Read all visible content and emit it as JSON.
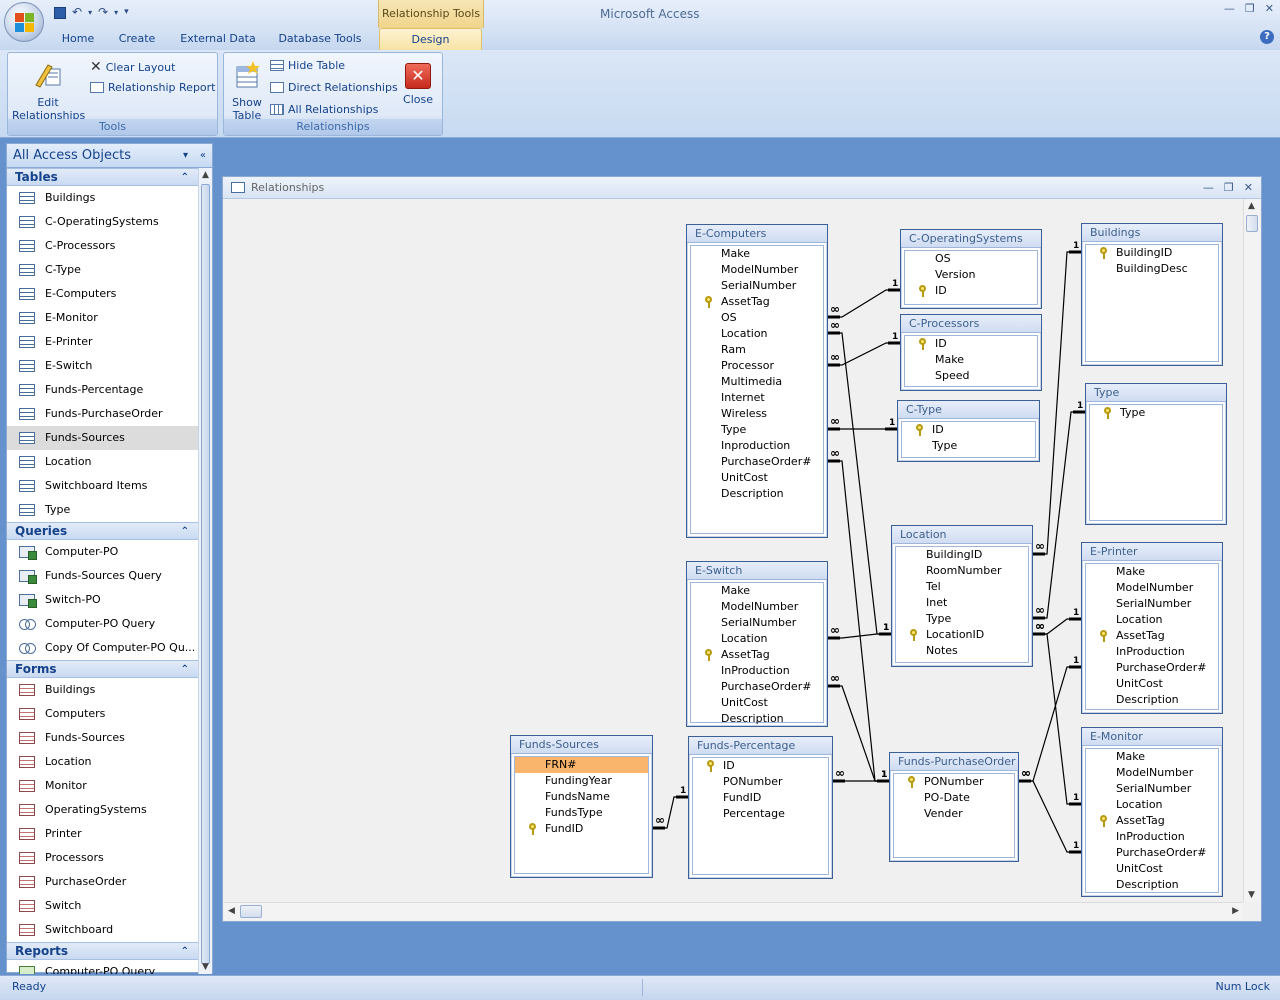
{
  "app": {
    "title": "Microsoft Access",
    "context_tab": "Relationship Tools"
  },
  "tabs": [
    "Home",
    "Create",
    "External Data",
    "Database Tools",
    "Design"
  ],
  "ribbon": {
    "tools": {
      "label": "Tools",
      "edit_relationships_1": "Edit",
      "edit_relationships_2": "Relationships",
      "clear_layout": "Clear Layout",
      "relationship_report": "Relationship Report"
    },
    "relationships": {
      "label": "Relationships",
      "show_table_1": "Show",
      "show_table_2": "Table",
      "hide_table": "Hide Table",
      "direct_relationships": "Direct Relationships",
      "all_relationships": "All Relationships",
      "close": "Close"
    }
  },
  "nav": {
    "header": "All Access Objects",
    "sections": {
      "tables": {
        "label": "Tables",
        "items": [
          "Buildings",
          "C-OperatingSystems",
          "C-Processors",
          "C-Type",
          "E-Computers",
          "E-Monitor",
          "E-Printer",
          "E-Switch",
          "Funds-Percentage",
          "Funds-PurchaseOrder",
          "Funds-Sources",
          "Location",
          "Switchboard Items",
          "Type"
        ]
      },
      "queries": {
        "label": "Queries",
        "items": [
          "Computer-PO",
          "Funds-Sources Query",
          "Switch-PO",
          "Computer-PO Query",
          "Copy Of Computer-PO Qu..."
        ]
      },
      "forms": {
        "label": "Forms",
        "items": [
          "Buildings",
          "Computers",
          "Funds-Sources",
          "Location",
          "Monitor",
          "OperatingSystems",
          "Printer",
          "Processors",
          "PurchaseOrder",
          "Switch",
          "Switchboard"
        ]
      },
      "reports": {
        "label": "Reports",
        "items": [
          "Computer-PO Query"
        ]
      }
    }
  },
  "relwin": {
    "title": "Relationships"
  },
  "tables": {
    "ecomp": {
      "name": "E-Computers",
      "fields": [
        "Make",
        "ModelNumber",
        "SerialNumber",
        "AssetTag",
        "OS",
        "Location",
        "Ram",
        "Processor",
        "Multimedia",
        "Internet",
        "Wireless",
        "Type",
        "Inproduction",
        "PurchaseOrder#",
        "UnitCost",
        "Description"
      ],
      "key": 3
    },
    "cos": {
      "name": "C-OperatingSystems",
      "fields": [
        "OS",
        "Version",
        "ID"
      ],
      "key": 2
    },
    "cproc": {
      "name": "C-Processors",
      "fields": [
        "ID",
        "Make",
        "Speed"
      ],
      "key": 0
    },
    "ctype": {
      "name": "C-Type",
      "fields": [
        "ID",
        "Type"
      ],
      "key": 0
    },
    "bld": {
      "name": "Buildings",
      "fields": [
        "BuildingID",
        "BuildingDesc"
      ],
      "key": 0
    },
    "type": {
      "name": "Type",
      "fields": [
        "Type"
      ],
      "key": 0
    },
    "loc": {
      "name": "Location",
      "fields": [
        "BuildingID",
        "RoomNumber",
        "Tel",
        "Inet",
        "Type",
        "LocationID",
        "Notes"
      ],
      "key": 5
    },
    "esw": {
      "name": "E-Switch",
      "fields": [
        "Make",
        "ModelNumber",
        "SerialNumber",
        "Location",
        "AssetTag",
        "InProduction",
        "PurchaseOrder#",
        "UnitCost",
        "Description"
      ],
      "key": 4
    },
    "epr": {
      "name": "E-Printer",
      "fields": [
        "Make",
        "ModelNumber",
        "SerialNumber",
        "Location",
        "AssetTag",
        "InProduction",
        "PurchaseOrder#",
        "UnitCost",
        "Description"
      ],
      "key": 4
    },
    "fsrc": {
      "name": "Funds-Sources",
      "fields": [
        "FRN#",
        "FundingYear",
        "FundsName",
        "FundsType",
        "FundID"
      ],
      "key": 4
    },
    "fpct": {
      "name": "Funds-Percentage",
      "fields": [
        "ID",
        "PONumber",
        "FundID",
        "Percentage"
      ],
      "key": 0
    },
    "fpo": {
      "name": "Funds-PurchaseOrder",
      "fields": [
        "PONumber",
        "PO-Date",
        "Vender"
      ],
      "key": 0
    },
    "emon": {
      "name": "E-Monitor",
      "fields": [
        "Make",
        "ModelNumber",
        "SerialNumber",
        "Location",
        "AssetTag",
        "InProduction",
        "PurchaseOrder#",
        "UnitCost",
        "Description"
      ],
      "key": 4
    }
  },
  "symbols": {
    "one": "1",
    "many": "∞"
  },
  "status": {
    "left": "Ready",
    "right": "Num Lock"
  }
}
